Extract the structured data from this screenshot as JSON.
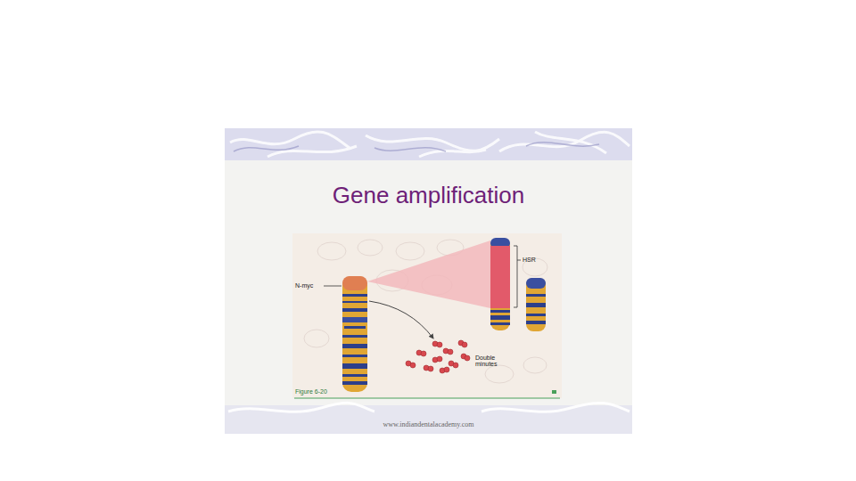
{
  "diagram": {
    "title": "Gene amplification",
    "labels": [
      "N-myc",
      "HSR",
      "Double minutes",
      "Figure 6-20",
      "www.indiandentalacademy.com"
    ]
  }
}
